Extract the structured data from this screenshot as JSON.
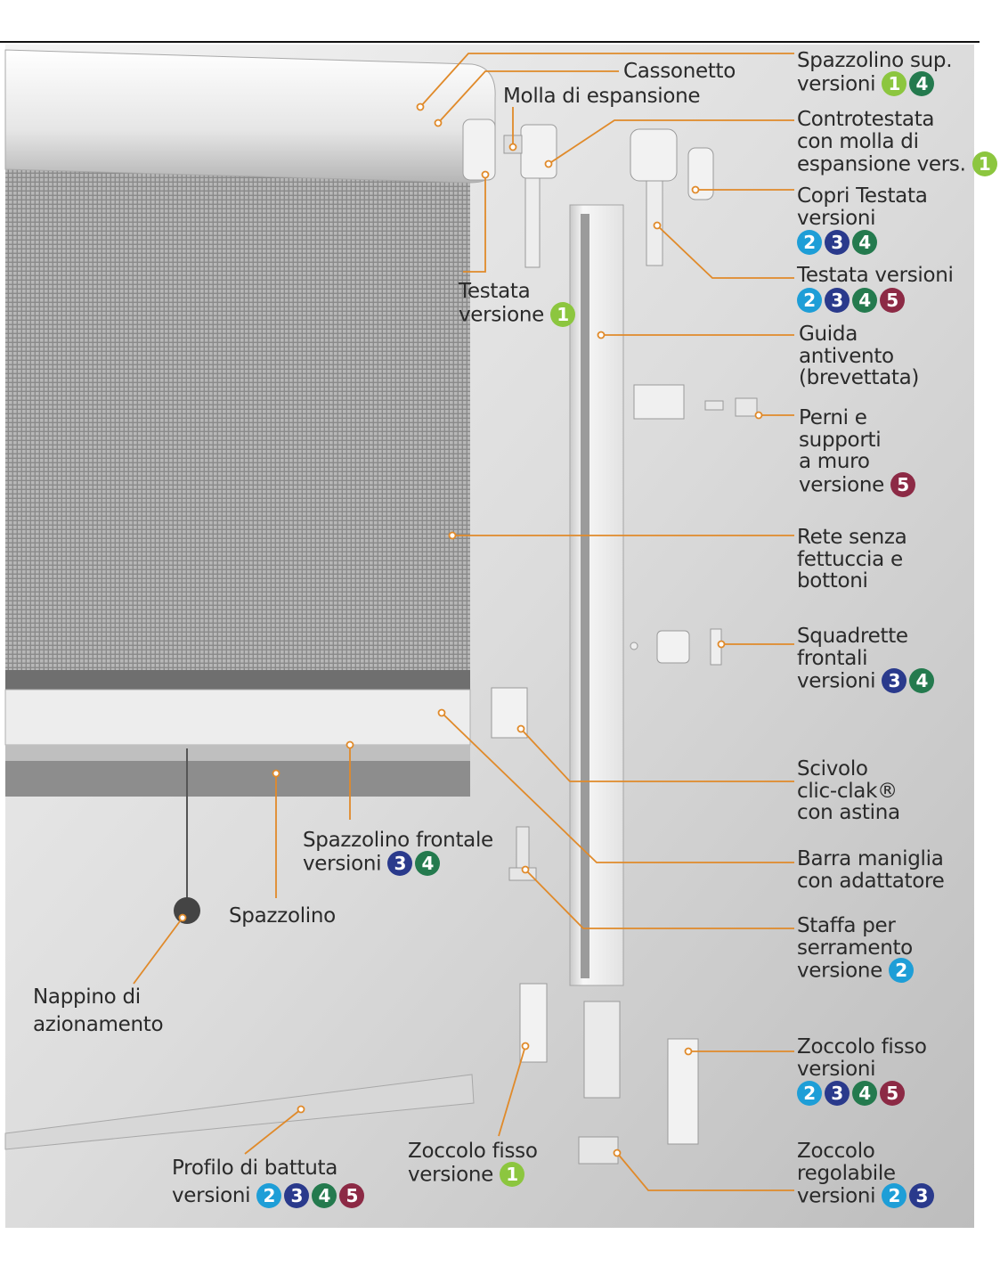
{
  "colors": {
    "leader": "#e08a2a",
    "v1": "#8cc63f",
    "v2": "#1e9ed7",
    "v3": "#2a3a8c",
    "v4": "#247a4e",
    "v5": "#8c2a45"
  },
  "labels": {
    "cassonetto": {
      "lines": [
        "Cassonetto"
      ]
    },
    "molla": {
      "lines": [
        "Molla di espansione"
      ]
    },
    "spazzolino_sup": {
      "lines": [
        "Spazzolino sup.",
        "versioni"
      ],
      "badges": [
        "1",
        "4"
      ]
    },
    "controtestata": {
      "lines": [
        "Controtestata",
        "con molla di",
        "espansione vers."
      ],
      "badges": [
        "1"
      ]
    },
    "copri_testata": {
      "lines": [
        "Copri Testata",
        "versioni"
      ],
      "badges": [
        "2",
        "3",
        "4"
      ]
    },
    "testata_v1": {
      "lines": [
        "Testata",
        "versione"
      ],
      "badges": [
        "1"
      ]
    },
    "testata_versioni": {
      "lines": [
        "Testata versioni"
      ],
      "badges": [
        "2",
        "3",
        "4",
        "5"
      ]
    },
    "guida": {
      "lines": [
        "Guida",
        "antivento",
        "(brevettata)"
      ]
    },
    "perni": {
      "lines": [
        "Perni e",
        "supporti",
        "a muro",
        "versione"
      ],
      "badges": [
        "5"
      ]
    },
    "rete": {
      "lines": [
        "Rete senza",
        "fettuccia e",
        "bottoni"
      ]
    },
    "squadrette": {
      "lines": [
        "Squadrette",
        "frontali",
        "versioni"
      ],
      "badges": [
        "3",
        "4"
      ]
    },
    "scivolo": {
      "lines": [
        "Scivolo",
        "clic-clak®",
        "con astina"
      ]
    },
    "barra": {
      "lines": [
        "Barra maniglia",
        "con adattatore"
      ]
    },
    "staffa": {
      "lines": [
        "Staffa per",
        "serramento",
        "versione"
      ],
      "badges": [
        "2"
      ]
    },
    "spazzolino_frontale": {
      "lines": [
        "Spazzolino frontale",
        "versioni"
      ],
      "badges": [
        "3",
        "4"
      ]
    },
    "spazzolino": {
      "lines": [
        "Spazzolino"
      ]
    },
    "nappino": {
      "lines": [
        "Nappino di",
        "azionamento"
      ]
    },
    "zoccolo_fisso_v": {
      "lines": [
        "Zoccolo fisso",
        "versioni"
      ],
      "badges": [
        "2",
        "3",
        "4",
        "5"
      ]
    },
    "zoccolo_fisso_1": {
      "lines": [
        "Zoccolo fisso",
        "versione"
      ],
      "badges": [
        "1"
      ]
    },
    "zoccolo_regolabile": {
      "lines": [
        "Zoccolo",
        "regolabile",
        "versioni"
      ],
      "badges": [
        "2",
        "3"
      ]
    },
    "profilo": {
      "lines": [
        "Profilo di battuta",
        "versioni"
      ],
      "badges": [
        "2",
        "3",
        "4",
        "5"
      ]
    }
  }
}
